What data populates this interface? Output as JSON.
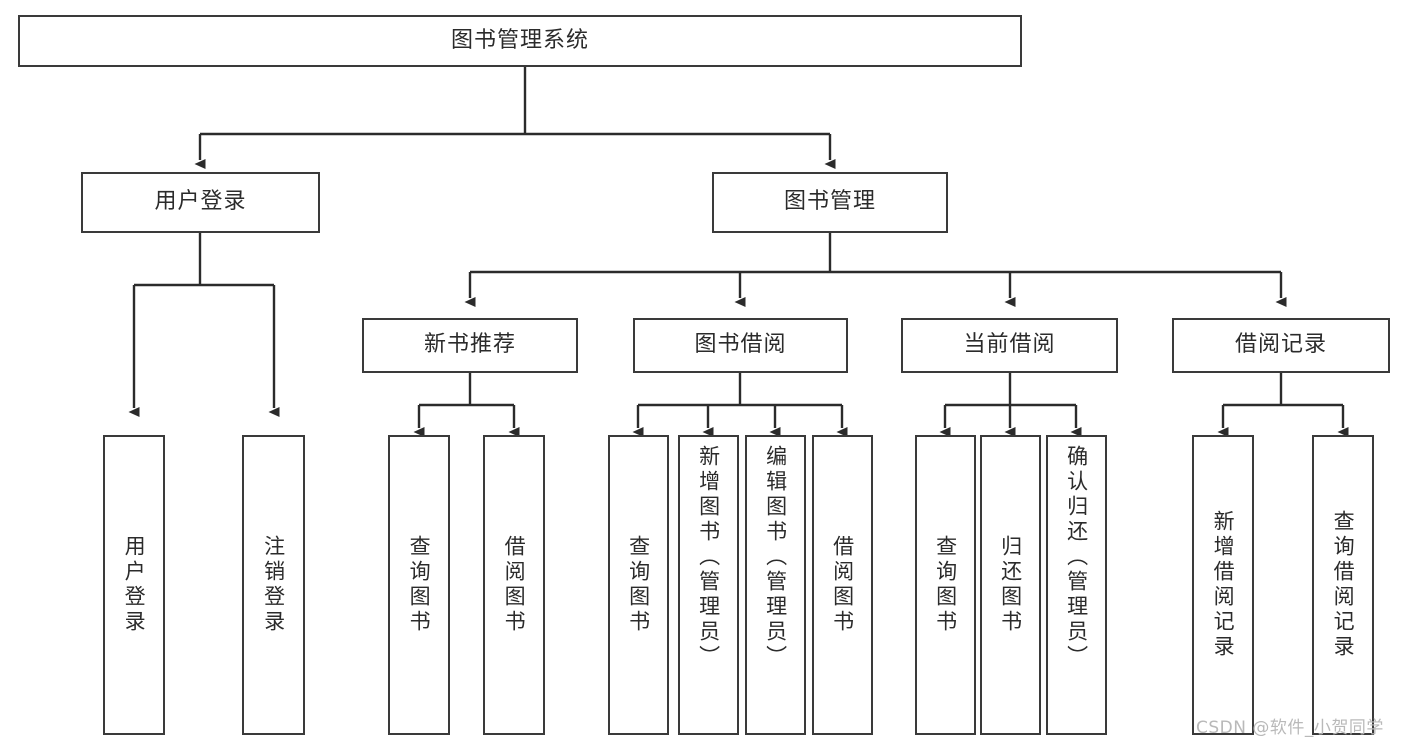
{
  "diagram": {
    "type": "tree-hierarchy-chart",
    "title": "图书管理系统",
    "background_color": "#ffffff",
    "box_border_color": "#3a3a3a",
    "text_color": "#2b2b2b",
    "edge_color": "#2b2b2b"
  },
  "nodes": {
    "root": {
      "label": "图书管理系统",
      "level": 1
    },
    "level2": [
      {
        "id": "user-login",
        "label": "用户登录"
      },
      {
        "id": "book-management",
        "label": "图书管理"
      }
    ],
    "level3": [
      {
        "id": "new-book-recommend",
        "label": "新书推荐"
      },
      {
        "id": "book-borrow",
        "label": "图书借阅"
      },
      {
        "id": "current-borrow",
        "label": "当前借阅"
      },
      {
        "id": "borrow-record",
        "label": "借阅记录"
      }
    ],
    "leaves": {
      "user_login": [
        {
          "id": "leaf-user-login",
          "label": "用户登录"
        },
        {
          "id": "leaf-logout-login",
          "label": "注销登录"
        }
      ],
      "new_book_recommend": [
        {
          "id": "leaf-query-book-1",
          "label": "查询图书"
        },
        {
          "id": "leaf-borrow-book-1",
          "label": "借阅图书"
        }
      ],
      "book_borrow": [
        {
          "id": "leaf-query-book-2",
          "label": "查询图书"
        },
        {
          "id": "leaf-add-book",
          "label": "新增图书（管理员）"
        },
        {
          "id": "leaf-edit-book",
          "label": "编辑图书（管理员）"
        },
        {
          "id": "leaf-borrow-book-2",
          "label": "借阅图书"
        }
      ],
      "current_borrow": [
        {
          "id": "leaf-query-book-3",
          "label": "查询图书"
        },
        {
          "id": "leaf-return-book",
          "label": "归还图书"
        },
        {
          "id": "leaf-confirm-return",
          "label": "确认归还（管理员）"
        }
      ],
      "borrow_record": [
        {
          "id": "leaf-add-record",
          "label": "新增借阅记录"
        },
        {
          "id": "leaf-query-record",
          "label": "查询借阅记录"
        }
      ]
    }
  },
  "watermark": {
    "text": "CSDN @软件_小贺同学"
  }
}
